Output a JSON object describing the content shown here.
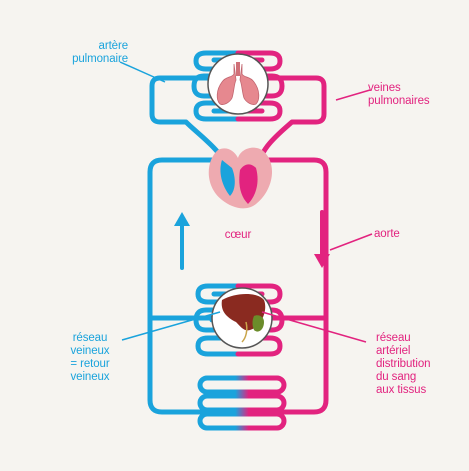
{
  "colors": {
    "deoxygenated": "#1aa3dc",
    "oxygenated": "#e2237f",
    "heart_tissue": "#eeaab0",
    "organ_fill": "#ffffff",
    "lungs": "#e6888f",
    "liver": "#8a2a20",
    "background": "#f6f4f0"
  },
  "labels": {
    "pulmonary_artery": "artère\npulmonaire",
    "pulmonary_veins": "veines\npulmonaires",
    "heart": "cœur",
    "aorta": "aorte",
    "venous_network": "réseau\nveineux\n= retour\nveineux",
    "arterial_network": "réseau\nartériel\ndistribution\ndu sang\naux tissus"
  },
  "icons": {
    "lungs": "lungs-icon",
    "liver": "liver-icon",
    "heart": "heart-icon",
    "up_arrow": "arrow-up-icon",
    "down_arrow": "arrow-down-icon"
  }
}
